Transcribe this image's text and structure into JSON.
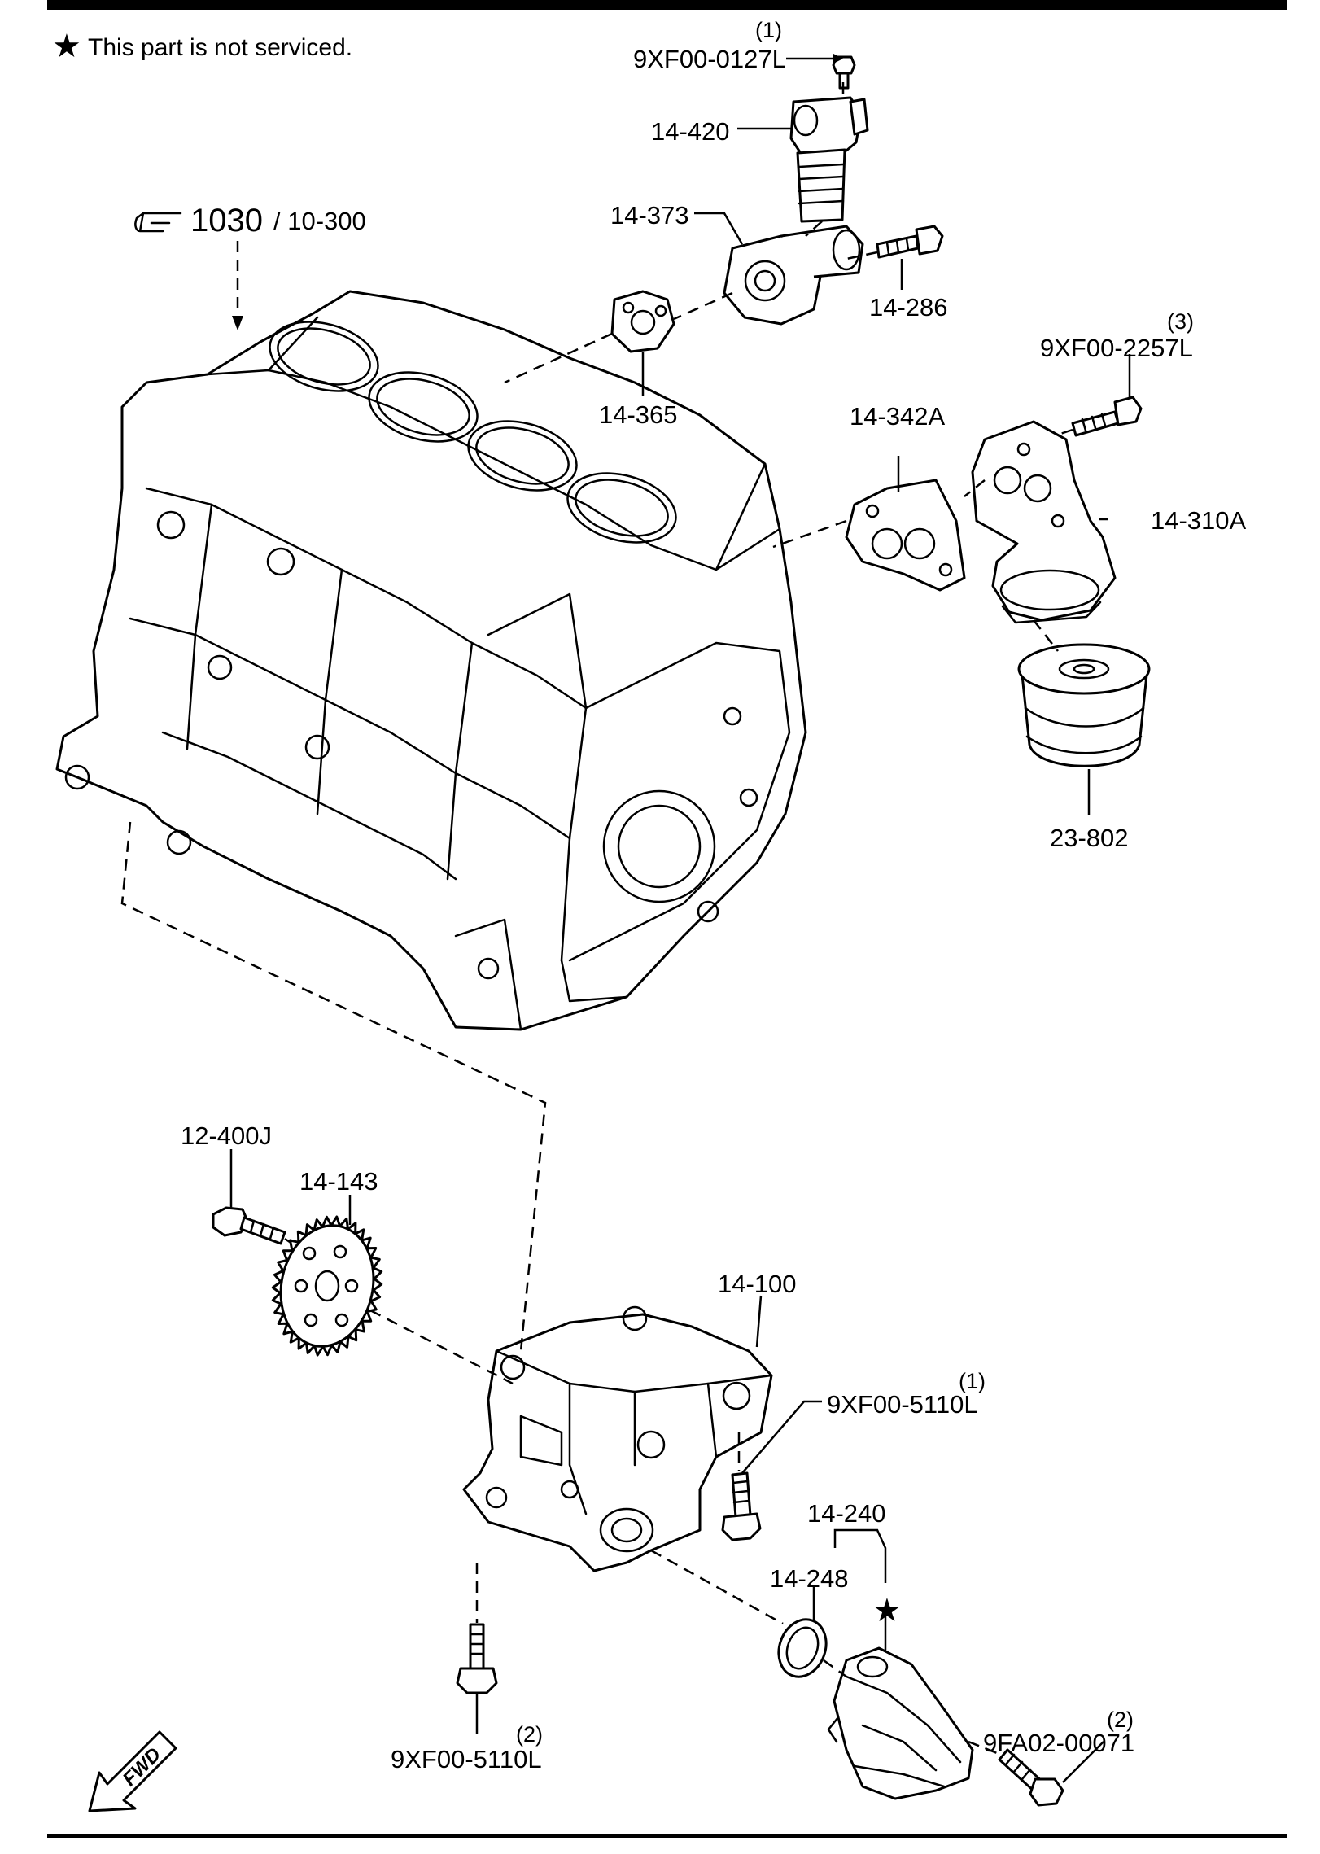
{
  "legend": {
    "star": "★",
    "note": "This part is not serviced."
  },
  "reference": {
    "code": "1030",
    "sub": "/ 10-300"
  },
  "labels": {
    "p9xf00_0127l": "9XF00-0127L",
    "p9xf00_0127l_qty": "(1)",
    "p14_420": "14-420",
    "p14_373": "14-373",
    "p14_286": "14-286",
    "p14_365": "14-365",
    "p9xf00_2257l": "9XF00-2257L",
    "p9xf00_2257l_qty": "(3)",
    "p14_342a": "14-342A",
    "p14_310a": "14-310A",
    "p23_802": "23-802",
    "p12_400j": "12-400J",
    "p14_143": "14-143",
    "p14_100": "14-100",
    "p9xf00_5110l_top": "9XF00-5110L",
    "p9xf00_5110l_top_qty": "(1)",
    "p14_240": "14-240",
    "p14_248": "14-248",
    "p9xf00_5110l_bottom": "9XF00-5110L",
    "p9xf00_5110l_bottom_qty": "(2)",
    "p9fa02_00071": "9FA02-00071",
    "p9fa02_00071_qty": "(2)",
    "star_mark": "★"
  },
  "fwd": "FWD"
}
